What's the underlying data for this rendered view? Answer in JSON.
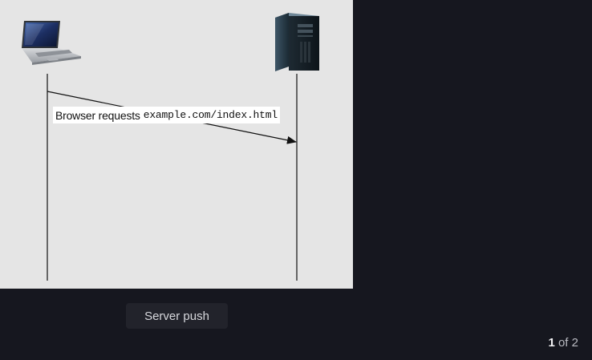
{
  "slide": {
    "label_text": "Browser requests",
    "label_code": "example.com/index.html",
    "client_icon": "laptop-icon",
    "server_icon": "server-tower-icon",
    "colors": {
      "slide_bg": "#e5e5e5",
      "page_bg": "#16171f",
      "line": "#111111"
    }
  },
  "caption": {
    "label": "Server push"
  },
  "pager": {
    "current": "1",
    "separator": "of",
    "total": "2"
  }
}
